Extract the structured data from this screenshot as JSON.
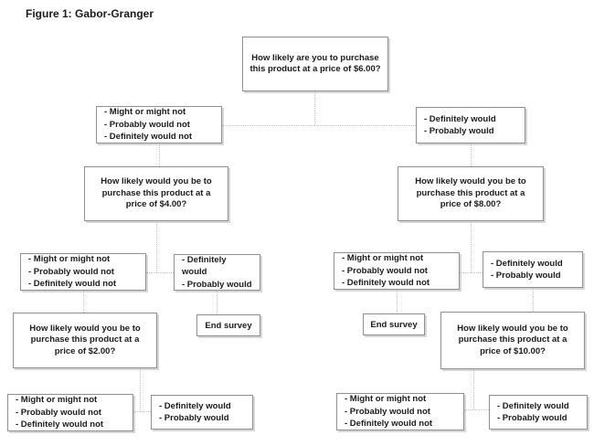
{
  "figure": {
    "title": "Figure 1: Gabor-Granger"
  },
  "colors": {
    "background": "#ffffff",
    "box_border": "#8f8f8f",
    "connector": "#c3c3c3",
    "text": "#1b1b1b"
  },
  "nodes": {
    "q6": {
      "text": "How likely are you to purchase this product at a price of $6.00?"
    },
    "no6": {
      "text": "- Might or might not\n- Probably would not\n- Definitely would not"
    },
    "yes6": {
      "text": "- Definitely would\n- Probably would"
    },
    "q4": {
      "text": "How likely would you be to purchase this product at a price of $4.00?"
    },
    "q8": {
      "text": "How likely would you be to purchase this product at a price of $8.00?"
    },
    "no4": {
      "text": "- Might or might not\n- Probably would not\n- Definitely would not"
    },
    "yes4": {
      "text": "- Definitely would\n- Probably would"
    },
    "no8": {
      "text": "- Might or might not\n- Probably would not\n- Definitely would not"
    },
    "yes8": {
      "text": "- Definitely would\n- Probably would"
    },
    "end_left": {
      "text": "End survey"
    },
    "end_right": {
      "text": "End survey"
    },
    "q2": {
      "text": "How likely would you be to purchase this product at a price of $2.00?"
    },
    "q10": {
      "text": "How likely would you be to purchase this product at a price of $10.00?"
    },
    "no2": {
      "text": "- Might or might not\n- Probably would not\n- Definitely would not"
    },
    "yes2": {
      "text": "- Definitely would\n- Probably would"
    },
    "no10": {
      "text": "- Might or might not\n- Probably would not\n- Definitely would not"
    },
    "yes10": {
      "text": "- Definitely would\n- Probably would"
    }
  }
}
